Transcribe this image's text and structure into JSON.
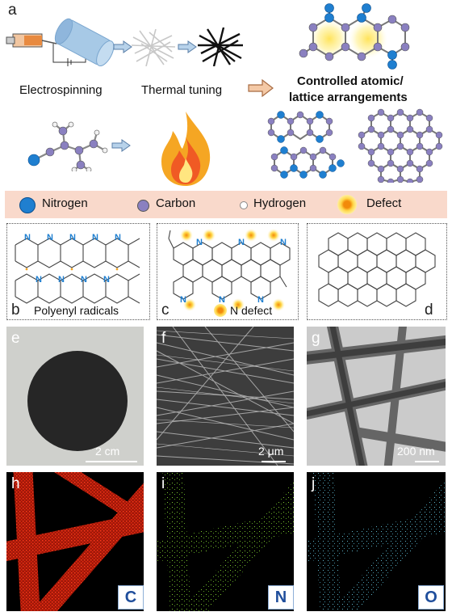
{
  "panel_a": {
    "label": "a",
    "electrospinning": "Electrospinning",
    "thermal_tuning": "Thermal tuning",
    "controlled_line1": "Controlled atomic/",
    "controlled_line2": "lattice arrangements"
  },
  "legend": {
    "items": [
      {
        "label": "Nitrogen",
        "color": "#1f7fd0"
      },
      {
        "label": "Carbon",
        "color": "#8a80c0"
      },
      {
        "label": "Hydrogen",
        "color": "#ffffff"
      },
      {
        "label": "Defect",
        "color": "#f6b416"
      }
    ]
  },
  "panel_b": {
    "label": "b",
    "caption": "Polyenyl radicals"
  },
  "panel_c": {
    "label": "c",
    "caption": "N defect"
  },
  "panel_d": {
    "label": "d"
  },
  "panel_e": {
    "label": "e",
    "scale": "2 cm"
  },
  "panel_f": {
    "label": "f",
    "scale": "2 μm"
  },
  "panel_g": {
    "label": "g",
    "scale": "200 nm"
  },
  "panel_h": {
    "label": "h",
    "element": "C",
    "map_color": "#e02010"
  },
  "panel_i": {
    "label": "i",
    "element": "N",
    "map_color": "#7fc832"
  },
  "panel_j": {
    "label": "j",
    "element": "O",
    "map_color": "#5fb4c8"
  },
  "atom_N": "N"
}
